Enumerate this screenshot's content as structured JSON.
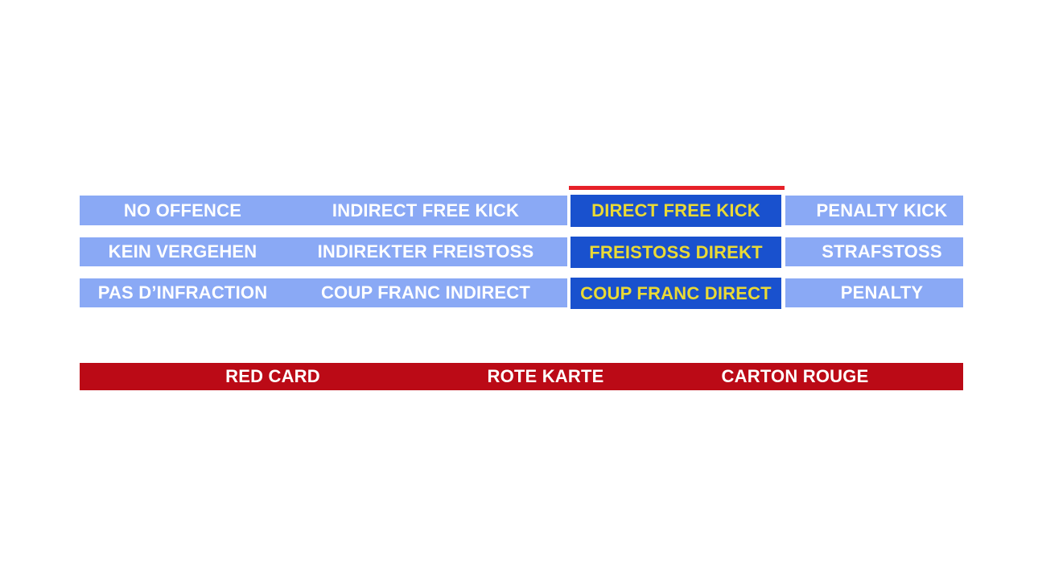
{
  "colors": {
    "background": "#ffffff",
    "option_bar_blue": "#8aa9f5",
    "selected_cell_blue": "#1951ce",
    "selected_text_yellow": "#eada35",
    "selection_indicator_red": "#e62129",
    "red_card_band_red": "#bb0a16",
    "option_text_white": "#ffffff"
  },
  "sanctions": {
    "selected_option": "DIRECT FREE KICK",
    "rows": [
      [
        "NO OFFENCE",
        "INDIRECT FREE KICK",
        "DIRECT FREE KICK",
        "PENALTY KICK"
      ],
      [
        "KEIN VERGEHEN",
        "INDIREKTER FREISTOSS",
        "FREISTOSS DIREKT",
        "STRAFSTOSS"
      ],
      [
        "PAS D’INFRACTION",
        "COUP FRANC INDIRECT",
        "COUP FRANC DIRECT",
        "PENALTY"
      ]
    ]
  },
  "red_card_band": {
    "labels": [
      "RED CARD",
      "ROTE KARTE",
      "CARTON ROUGE"
    ]
  }
}
